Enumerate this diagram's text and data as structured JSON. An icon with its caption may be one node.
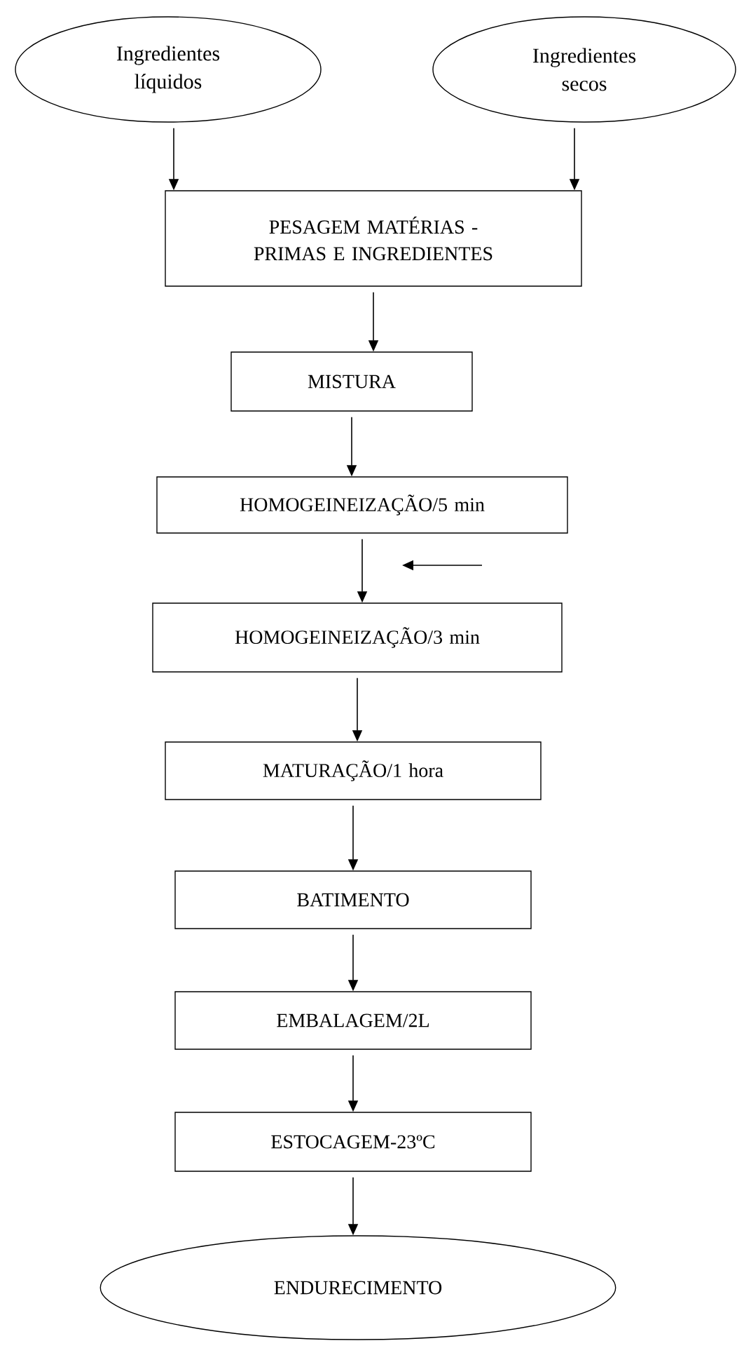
{
  "diagram": {
    "nodes": [
      {
        "text": [
          "Ingredientes líquidos"
        ]
      },
      {
        "text": [
          "Ingredientes secos"
        ]
      },
      {
        "text": [
          "PESAGEM MATÉRIAS - PRIMAS E INGREDIENTES"
        ]
      },
      {
        "text": [
          "MISTURA"
        ]
      },
      {
        "text": [
          "HOMOGEINEIZAÇÃO/5 min"
        ]
      },
      {
        "text": [
          "HOMOGEINEIZAÇÃO/3 min"
        ]
      },
      {
        "text": [
          "MATURAÇÃO/1 hora"
        ]
      },
      {
        "text": [
          "BATIMENTO"
        ]
      },
      {
        "text": [
          "EMBALAGEM/2L"
        ]
      },
      {
        "text": [
          "ESTOCAGEM-23ºC"
        ]
      },
      {
        "text": [
          "ENDURECIMENTO"
        ]
      }
    ],
    "edges": [
      {
        "from": 0,
        "to": 2,
        "arrow": "to"
      },
      {
        "from": 1,
        "to": 2,
        "arrow": "to"
      },
      {
        "from": 2,
        "to": 3,
        "arrow": "to"
      },
      {
        "from": 3,
        "to": 4,
        "arrow": "to"
      },
      {
        "from": 4,
        "to": 5,
        "arrow": "to"
      },
      {
        "from": 5,
        "to": 6,
        "arrow": "to"
      },
      {
        "from": 6,
        "to": 7,
        "arrow": "to"
      },
      {
        "from": 7,
        "to": 8,
        "arrow": "to"
      },
      {
        "from": 8,
        "to": 9,
        "arrow": "to"
      },
      {
        "from": 9,
        "to": 10,
        "arrow": "to"
      }
    ]
  }
}
